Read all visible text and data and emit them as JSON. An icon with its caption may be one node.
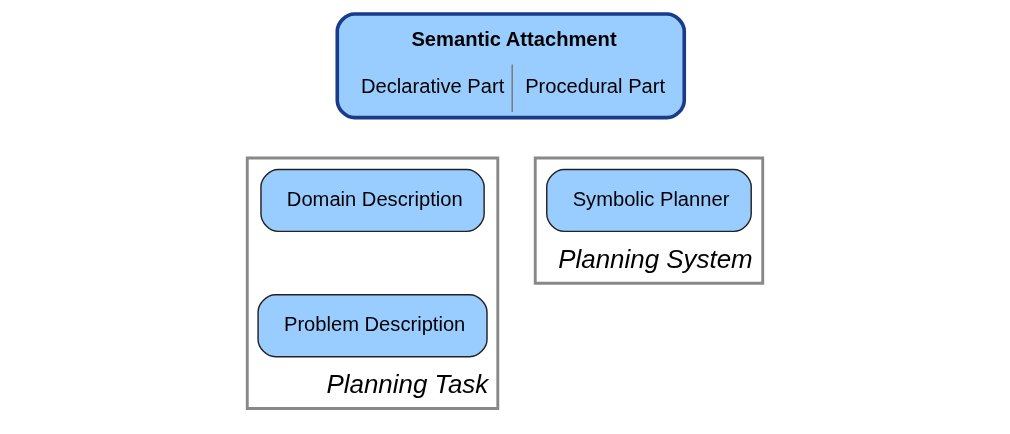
{
  "diagram": {
    "nodes": [
      {
        "text": [
          "Planning Task"
        ]
      },
      {
        "text": [
          "Domain Description"
        ],
        "in": 0
      },
      {
        "text": [
          "Problem Description"
        ],
        "in": 0
      },
      {
        "text": [
          "Planning System"
        ]
      },
      {
        "text": [
          "Symbolic Planner"
        ],
        "in": 3
      },
      {
        "text": [
          "Semantic Attachment",
          "Declarative Part",
          "Procedural Part"
        ]
      }
    ],
    "edges": []
  }
}
